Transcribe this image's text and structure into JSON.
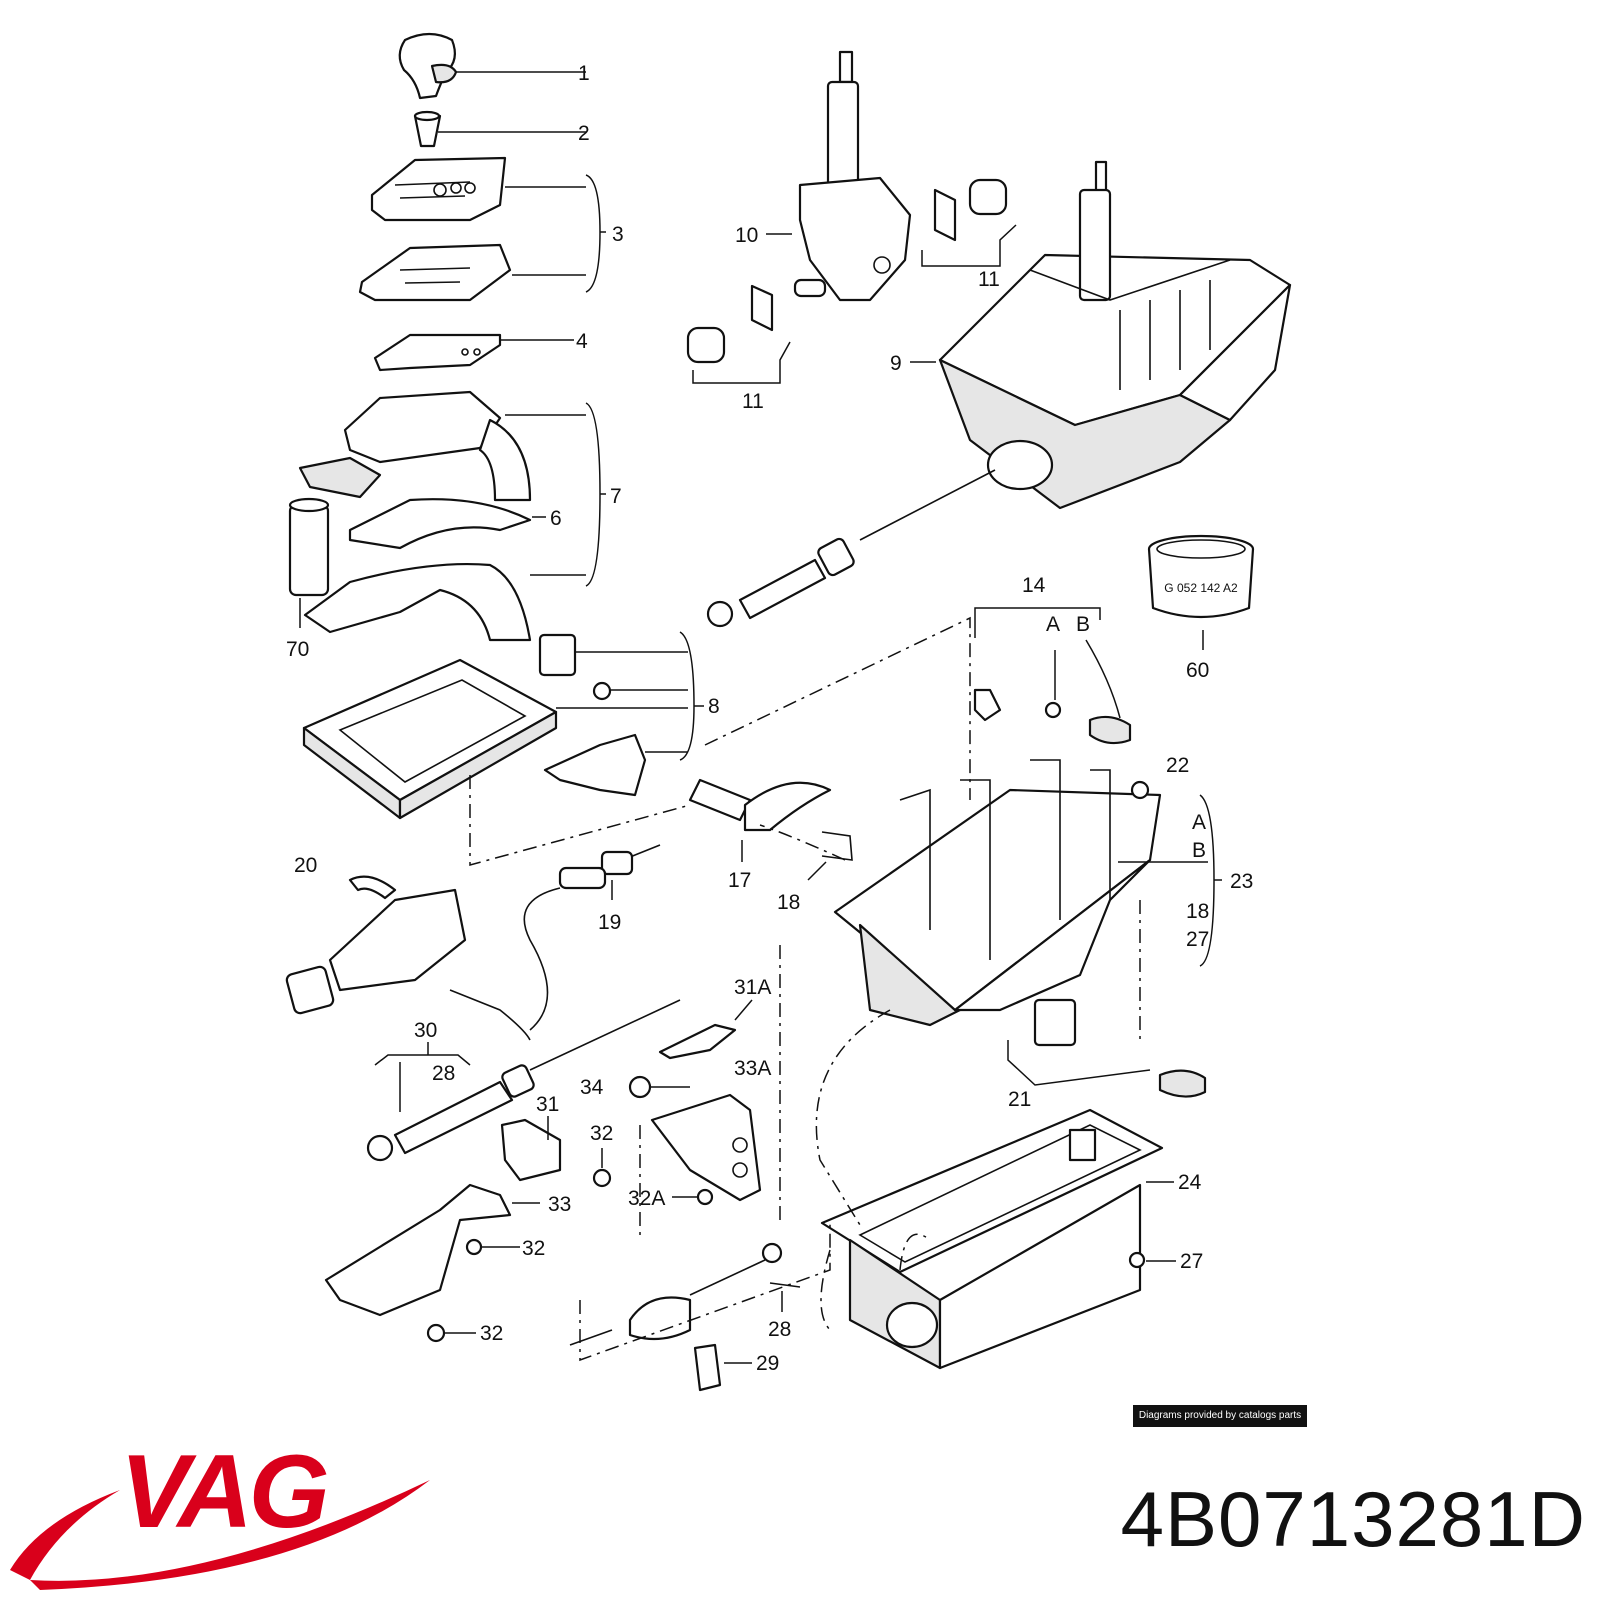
{
  "diagram": {
    "labels": [
      "1",
      "2",
      "3",
      "4",
      "6",
      "7",
      "70",
      "8",
      "9",
      "10",
      "11",
      "11",
      "14",
      "A",
      "B",
      "60",
      "22",
      "A",
      "B",
      "23",
      "18",
      "27",
      "17",
      "18",
      "19",
      "20",
      "21",
      "24",
      "27",
      "30",
      "28",
      "31A",
      "34",
      "33A",
      "31",
      "32",
      "32A",
      "33",
      "32",
      "32",
      "28",
      "29"
    ],
    "pill_text": "G 052 142 A2"
  },
  "credit": "Diagrams provided by catalogs parts",
  "brand": {
    "name": "VAG",
    "color": "#d9001b"
  },
  "part_number": "4B0713281D"
}
